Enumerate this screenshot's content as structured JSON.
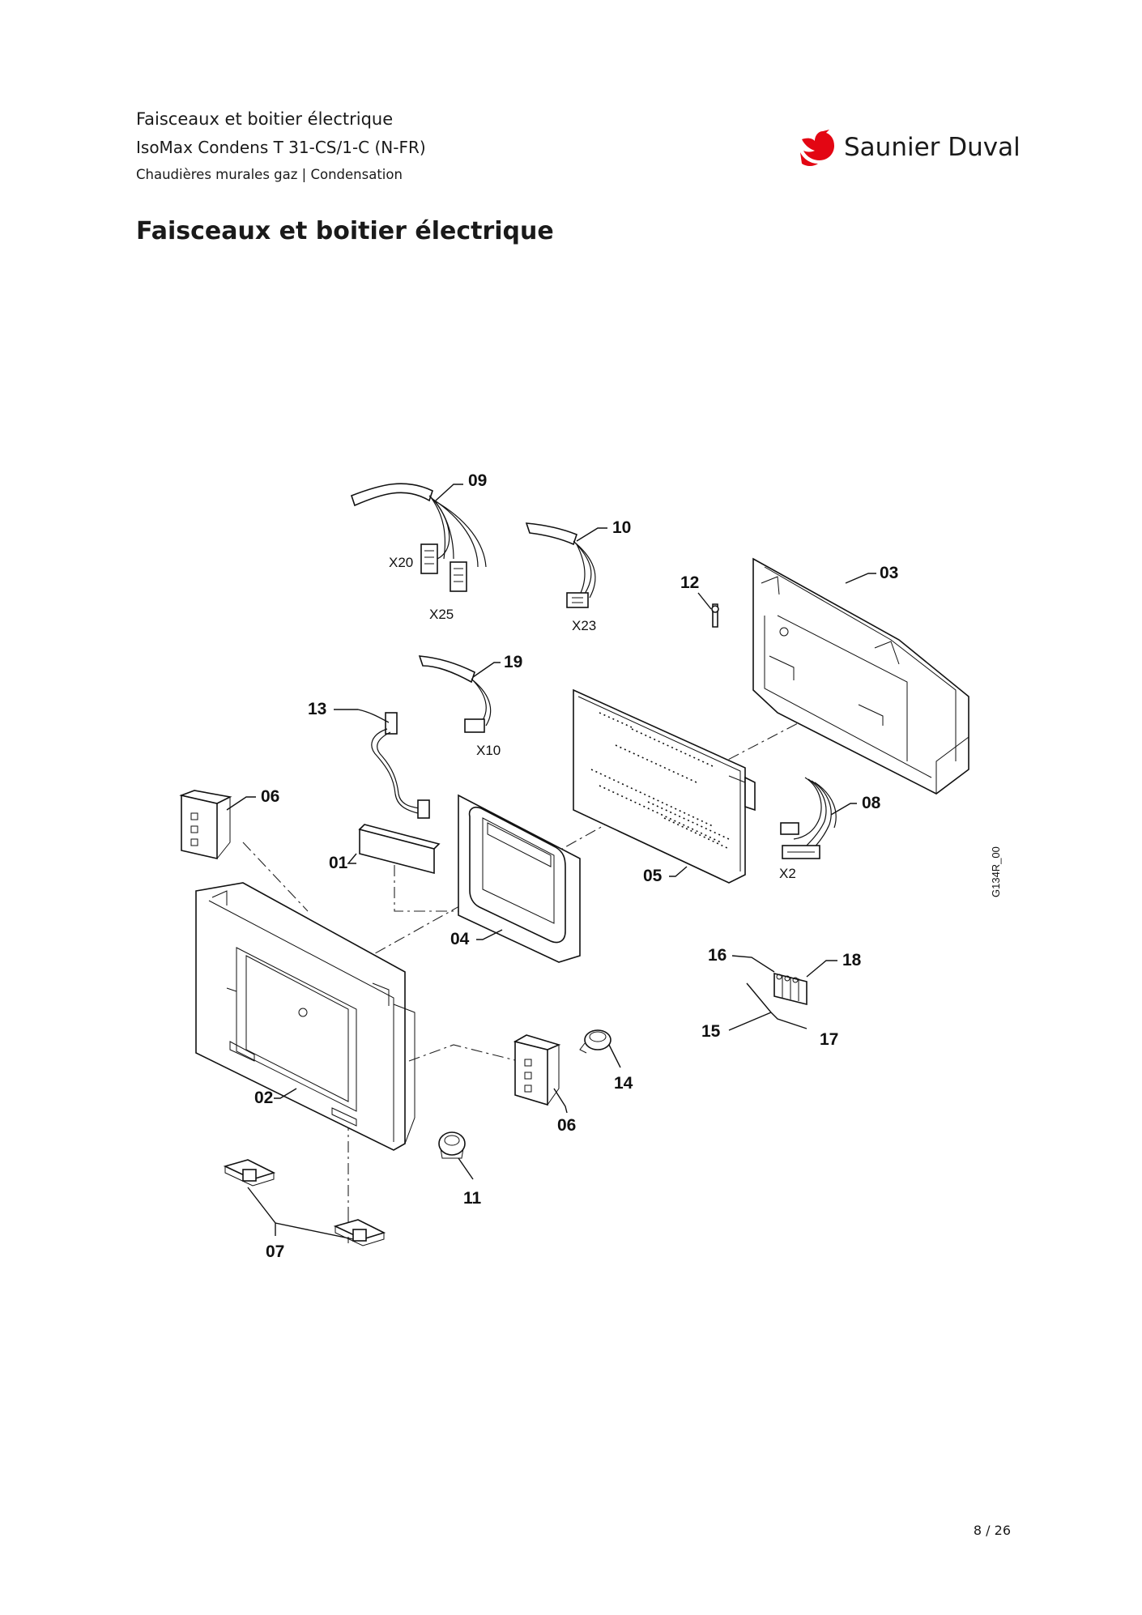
{
  "header": {
    "line1": "Faisceaux et boitier électrique",
    "line2": "IsoMax Condens T 31-CS/1-C (N-FR)",
    "line3": "Chaudières murales gaz | Condensation"
  },
  "logo": {
    "text": "Saunier Duval",
    "bird_color": "#e30613"
  },
  "page_title": "Faisceaux et boitier électrique",
  "diagram": {
    "reference": "G134R_00",
    "callouts": {
      "c01": "01",
      "c02": "02",
      "c03": "03",
      "c04": "04",
      "c05": "05",
      "c06a": "06",
      "c06b": "06",
      "c07": "07",
      "c08": "08",
      "c09": "09",
      "c10": "10",
      "c11": "11",
      "c12": "12",
      "c13": "13",
      "c14": "14",
      "c15": "15",
      "c16": "16",
      "c17": "17",
      "c18": "18",
      "c19": "19"
    },
    "connectors": {
      "x20": "X20",
      "x25": "X25",
      "x23": "X23",
      "x10": "X10",
      "x2": "X2"
    }
  },
  "page_number": "8 / 26"
}
